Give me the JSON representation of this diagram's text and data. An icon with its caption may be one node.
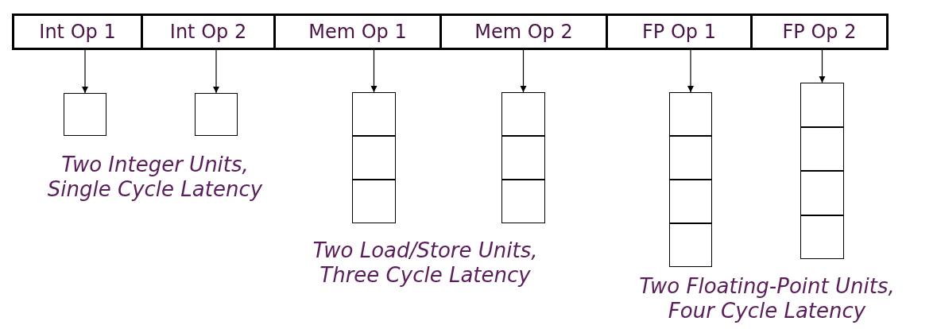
{
  "diagram": {
    "nodes": [
      {
        "text": [
          "Int Op 1"
        ]
      },
      {
        "text": [
          "Int Op 2"
        ]
      },
      {
        "text": [
          "Mem Op 1"
        ]
      },
      {
        "text": [
          "Mem Op 2"
        ]
      },
      {
        "text": [
          "FP Op 1"
        ]
      },
      {
        "text": [
          "FP Op 2"
        ]
      },
      {
        "text": [],
        "shape": "box"
      },
      {
        "text": [],
        "shape": "box"
      },
      {
        "text": [],
        "shape": "box"
      },
      {
        "text": [],
        "shape": "box",
        "in": 8
      },
      {
        "text": [],
        "shape": "box",
        "in": 8
      },
      {
        "text": [],
        "shape": "box",
        "in": 8
      },
      {
        "text": [],
        "shape": "box"
      },
      {
        "text": [],
        "shape": "box",
        "in": 12
      },
      {
        "text": [],
        "shape": "box",
        "in": 12
      },
      {
        "text": [],
        "shape": "box",
        "in": 12
      },
      {
        "text": [],
        "shape": "box"
      },
      {
        "text": [],
        "shape": "box",
        "in": 16
      },
      {
        "text": [],
        "shape": "box",
        "in": 16
      },
      {
        "text": [],
        "shape": "box",
        "in": 16
      },
      {
        "text": [],
        "shape": "box",
        "in": 16
      },
      {
        "text": [],
        "shape": "box"
      },
      {
        "text": [],
        "shape": "box",
        "in": 21
      },
      {
        "text": [],
        "shape": "box",
        "in": 21
      },
      {
        "text": [],
        "shape": "box",
        "in": 21
      },
      {
        "text": [],
        "shape": "box",
        "in": 21
      }
    ],
    "edges": [
      {
        "from": 0,
        "to": 6,
        "arrow": "to"
      },
      {
        "from": 1,
        "to": 7,
        "arrow": "to"
      },
      {
        "from": 2,
        "to": 8,
        "arrow": "to"
      },
      {
        "from": 3,
        "to": 12,
        "arrow": "to"
      },
      {
        "from": 4,
        "to": 16,
        "arrow": "to"
      },
      {
        "from": 5,
        "to": 21,
        "arrow": "to"
      }
    ],
    "labels": [
      "Two Integer Units, Single Cycle Latency",
      "Two Load/Store Units, Three Cycle Latency",
      "Two Floating-Point Units, Four Cycle Latency"
    ]
  }
}
